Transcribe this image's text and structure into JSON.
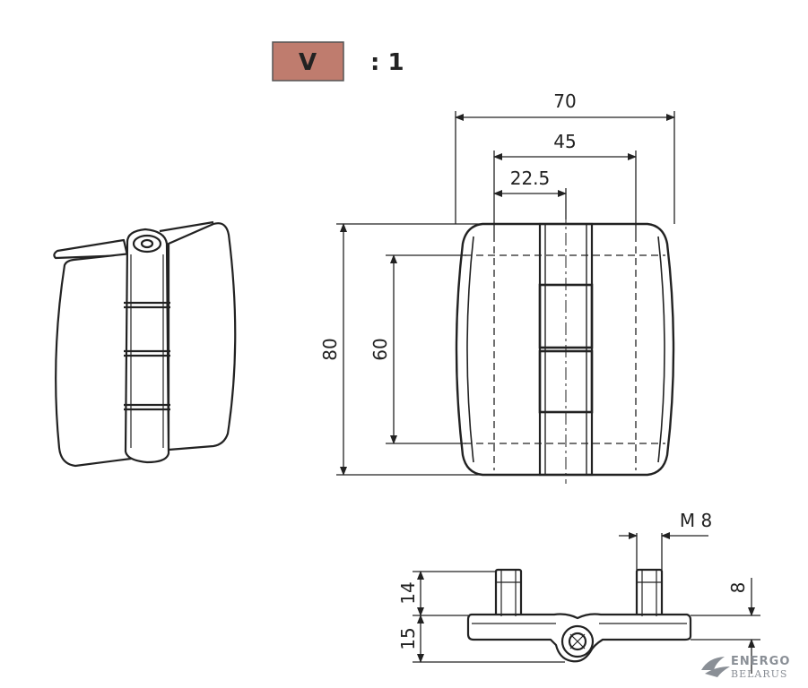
{
  "scale": {
    "box_label": "V",
    "ratio": ": 1",
    "box_color": "#bf7c6e"
  },
  "dimensions": {
    "overall_width": "70",
    "inner_width": "45",
    "half_width": "22.5",
    "overall_height": "80",
    "inner_height": "60",
    "thread": "M 8",
    "stud_length": "14",
    "thread_depth": "8",
    "body_height": "15"
  },
  "logo": {
    "line1": "ENERGO",
    "line2": "BELARUS",
    "color": "#8a8f96"
  }
}
